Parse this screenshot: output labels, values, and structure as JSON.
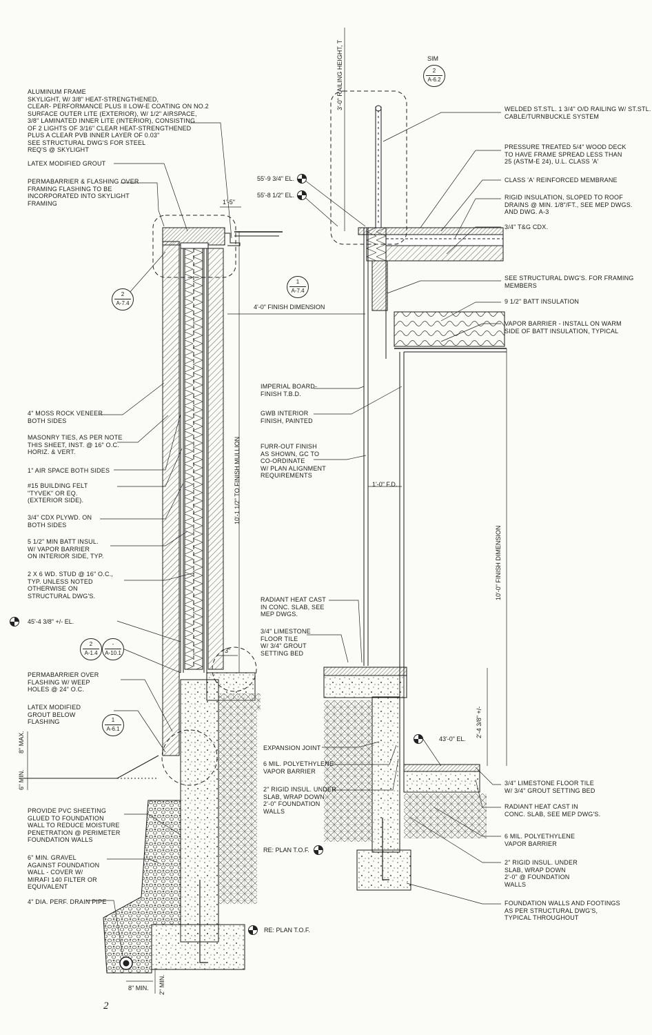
{
  "notes_left": [
    {
      "id": "aluminum-frame",
      "lines": [
        "ALUMINUM FRAME",
        "SKYLIGHT, W/ 3/8\" HEAT-STRENGTHENED,",
        "CLEAR- PERFORMANCE PLUS II LOW-E COATING ON NO.2",
        "SURFACE OUTER LITE (EXTERIOR), W/ 1/2\" AIRSPACE,",
        "3/8\" LAMINATED INNER LITE (INTERIOR), CONSISTING",
        "OF 2 LIGHTS OF 3/16\" CLEAR HEAT-STRENGTHENED",
        "PLUS A CLEAR PVB INNER LAYER OF 0.03\"",
        "SEE STRUCTURAL DWG'S FOR STEEL",
        "REQ'S @ SKYLIGHT"
      ]
    },
    {
      "id": "latex-grout",
      "lines": [
        "LATEX MODIFIED GROUT"
      ]
    },
    {
      "id": "permabarrier-flashing",
      "lines": [
        "PERMABARRIER & FLASHING OVER",
        "FRAMING FLASHING TO BE",
        "INCORPORATED INTO SKYLIGHT",
        "FRAMING"
      ]
    },
    {
      "id": "moss-rock",
      "lines": [
        "4\" MOSS ROCK VENEER",
        "BOTH SIDES"
      ]
    },
    {
      "id": "masonry-ties",
      "lines": [
        "MASONRY TIES, AS PER NOTE",
        "THIS SHEET, INST. @ 16\" O.C.",
        "HORIZ. & VERT."
      ]
    },
    {
      "id": "air-space",
      "lines": [
        "1\" AIR SPACE BOTH SIDES"
      ]
    },
    {
      "id": "building-felt",
      "lines": [
        "#15 BUILDING FELT",
        "\"TYVEK\" OR EQ.",
        "(EXTERIOR SIDE)."
      ]
    },
    {
      "id": "cdx-plywood",
      "lines": [
        "3/4\" CDX PLYWD. ON",
        "BOTH SIDES"
      ]
    },
    {
      "id": "batt-insul",
      "lines": [
        "5 1/2\" MIN BATT INSUL.",
        "W/ VAPOR BARRIER",
        "ON INTERIOR SIDE, TYP."
      ]
    },
    {
      "id": "wood-stud",
      "lines": [
        "2 X 6 WD. STUD @ 16\" O.C.,",
        "TYP. UNLESS NOTED",
        "OTHERWISE ON",
        "STRUCTURAL DWG'S."
      ]
    },
    {
      "id": "permabarrier-weep",
      "lines": [
        "PERMABARRIER OVER",
        "FLASHING W/ WEEP",
        "HOLES @ 24\" O.C."
      ]
    },
    {
      "id": "latex-below",
      "lines": [
        "LATEX MODIFIED",
        "GROUT BELOW",
        "FLASHING"
      ]
    },
    {
      "id": "pvc-sheeting",
      "lines": [
        "PROVIDE PVC SHEETING",
        "GLUED TO FOUNDATION",
        "WALL TO REDUCE MOISTURE",
        "PENETRATION @ PERIMETER",
        "FOUNDATION WALLS"
      ]
    },
    {
      "id": "gravel",
      "lines": [
        "6\" MIN. GRAVEL",
        "AGAINST FOUNDATION",
        "WALL - COVER W/",
        "MIRAFI 140 FILTER OR",
        "EQUIVALENT"
      ]
    },
    {
      "id": "drain-pipe",
      "lines": [
        "4\" DIA. PERF. DRAIN PIPE"
      ]
    }
  ],
  "notes_middle": [
    {
      "id": "imperial-board",
      "lines": [
        "IMPERIAL BOARD-",
        "FINISH T.B.D."
      ]
    },
    {
      "id": "gwb-interior",
      "lines": [
        "GWB INTERIOR",
        "FINISH, PAINTED"
      ]
    },
    {
      "id": "furr-out",
      "lines": [
        "FURR-OUT FINISH",
        "AS SHOWN, GC TO",
        "CO-ORDINATE",
        "W/ PLAN ALIGNMENT",
        "REQUIREMENTS"
      ]
    },
    {
      "id": "radiant-heat-mid",
      "lines": [
        "RADIANT HEAT CAST",
        "IN CONC. SLAB, SEE",
        "MEP DWGS."
      ]
    },
    {
      "id": "limestone-mid",
      "lines": [
        "3/4\" LIMESTONE",
        "FLOOR TILE",
        "W/ 3/4\" GROUT",
        "SETTING BED"
      ]
    },
    {
      "id": "expansion-joint",
      "lines": [
        "EXPANSION JOINT"
      ]
    },
    {
      "id": "poly-mid",
      "lines": [
        "6 MIL. POLYETHYLENE",
        "VAPOR BARRIER"
      ]
    },
    {
      "id": "rigid-mid",
      "lines": [
        "2\" RIGID INSUL. UNDER",
        "SLAB, WRAP DOWN",
        "2'-0\" FOUNDATION",
        "WALLS"
      ]
    }
  ],
  "notes_right": [
    {
      "id": "railing",
      "lines": [
        "WELDED ST.STL. 1 3/4\" O/D RAILING W/ ST.STL.",
        "CABLE/TURNBUCKLE SYSTEM"
      ]
    },
    {
      "id": "wood-deck",
      "lines": [
        "PRESSURE TREATED 5/4\" WOOD DECK",
        "TO HAVE FRAME SPREAD LESS THAN",
        "25 (ASTM-E 24), U.L. CLASS 'A'"
      ]
    },
    {
      "id": "membrane",
      "lines": [
        "CLASS 'A' REINFORCED MEMBRANE"
      ]
    },
    {
      "id": "rigid-roof",
      "lines": [
        "RIGID INSULATION, SLOPED TO ROOF",
        "DRAINS @ MIN. 1/8\"/FT., SEE MEP DWGS.",
        "AND DWG. A-3"
      ]
    },
    {
      "id": "tg-cdx",
      "lines": [
        "3/4\" T&G CDX."
      ]
    },
    {
      "id": "framing-members",
      "lines": [
        "SEE STRUCTURAL DWG'S. FOR FRAMING",
        "MEMBERS"
      ]
    },
    {
      "id": "batt-9",
      "lines": [
        "9 1/2\" BATT INSULATION"
      ]
    },
    {
      "id": "vapor-warm",
      "lines": [
        "VAPOR BARRIER - INSTALL ON WARM",
        "SIDE OF BATT INSULATION, TYPICAL"
      ]
    },
    {
      "id": "limestone-right",
      "lines": [
        "3/4\" LIMESTONE FLOOR TILE",
        "W/ 3/4\" GROUT SETTING BED"
      ]
    },
    {
      "id": "radiant-right",
      "lines": [
        "RADIANT HEAT CAST IN",
        "CONC. SLAB, SEE MEP DWG'S."
      ]
    },
    {
      "id": "poly-right",
      "lines": [
        "6 MIL. POLYETHYLENE",
        "VAPOR BARRIER"
      ]
    },
    {
      "id": "rigid-right",
      "lines": [
        "2\" RIGID INSUL. UNDER",
        "SLAB, WRAP DOWN",
        "2'-0\" @ FOUNDATION",
        "WALLS"
      ]
    },
    {
      "id": "foundation-walls",
      "lines": [
        "FOUNDATION WALLS AND FOOTINGS",
        "AS PER STRUCTURAL DWG'S,",
        "TYPICAL THROUGHOUT"
      ]
    }
  ],
  "elevations": {
    "el_559": "55'-9 3/4\" EL.",
    "el_558": "55'-8 1/2\" EL.",
    "el_454": "45'-4 3/8\" +/- EL.",
    "el_43": "43'-0\" EL.",
    "tof_mid": "RE: PLAN T.O.F.",
    "tof_left": "RE: PLAN T.O.F."
  },
  "dimensions": {
    "d_1_5": "1'-5\"",
    "d_4_0": "4'-0\" FINISH DIMENSION",
    "d_mullion": "10'-1 1/2\" TO FINISH MULLION",
    "d_railing": "3'-0\" RAILING HEIGHT, T",
    "d_1_0_fd": "1'-0\" F.D.",
    "d_10_0": "10'-0\" FINISH DIMENSION",
    "d_2_4": "2'-4 3/8\" +/-",
    "d_3in": "3\"",
    "d_8max": "8\" MAX.",
    "d_6min": "6\" MIN.",
    "d_8min": "8\" MIN.",
    "d_2min": "2\" MIN."
  },
  "callouts": {
    "sim": "SIM",
    "b1": {
      "top": "2",
      "bot": "A-6.2"
    },
    "b2": {
      "top": "2",
      "bot": "A-7.4"
    },
    "b3": {
      "top": "1",
      "bot": "A-7.4"
    },
    "b4": {
      "top": "2",
      "bot": "A-1.4"
    },
    "b5": {
      "top": "-",
      "bot": "A-10.1"
    },
    "b6": {
      "top": "1",
      "bot": "A-6.1"
    }
  },
  "page_number": "2"
}
